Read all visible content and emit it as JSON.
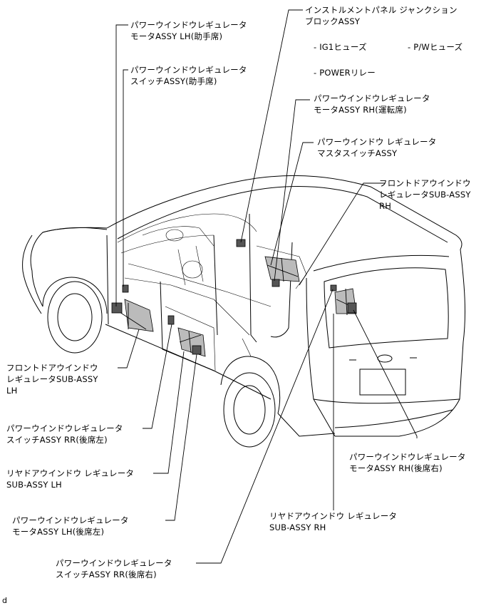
{
  "labels": {
    "motor_lh_front": [
      "パワーウインドウレギュレータ",
      "モータASSY LH(助手席)"
    ],
    "switch_lh_front": [
      "パワーウインドウレギュレータ",
      "スイッチASSY(助手席)"
    ],
    "junction_block": [
      "インストルメントパネル ジャンクション",
      "ブロックASSY"
    ],
    "fuse_ig1": "- IG1ヒューズ",
    "fuse_pw": "- P/Wヒューズ",
    "relay_power": "- POWERリレー",
    "motor_rh_front": [
      "パワーウインドウレギュレータ",
      "モータASSY RH(運転席)"
    ],
    "master_switch": [
      "パワーウインドウ レギュレータ",
      "マスタスイッチASSY"
    ],
    "front_regulator_rh": [
      "フロントドアウインドウ",
      "レギュレータSUB-ASSY",
      "RH"
    ],
    "front_regulator_lh": [
      "フロントドアウインドウ",
      "レギュレータSUB-ASSY",
      "LH"
    ],
    "switch_rr_left": [
      "パワーウインドウレギュレータ",
      "スイッチASSY RR(後席左)"
    ],
    "rear_regulator_lh": [
      "リヤドアウインドウ レギュレータ",
      "SUB-ASSY LH"
    ],
    "motor_lh_rear": [
      "パワーウインドウレギュレータ",
      "モータASSY LH(後席左)"
    ],
    "switch_rr_right": [
      "パワーウインドウレギュレータ",
      "スイッチASSY RR(後席右)"
    ],
    "motor_rh_rear": [
      "パワーウインドウレギュレータ",
      "モータASSY RH(後席右)"
    ],
    "rear_regulator_rh": [
      "リヤドアウインドウ レギュレータ",
      "SUB-ASSY RH"
    ]
  },
  "corner_mark": "d"
}
